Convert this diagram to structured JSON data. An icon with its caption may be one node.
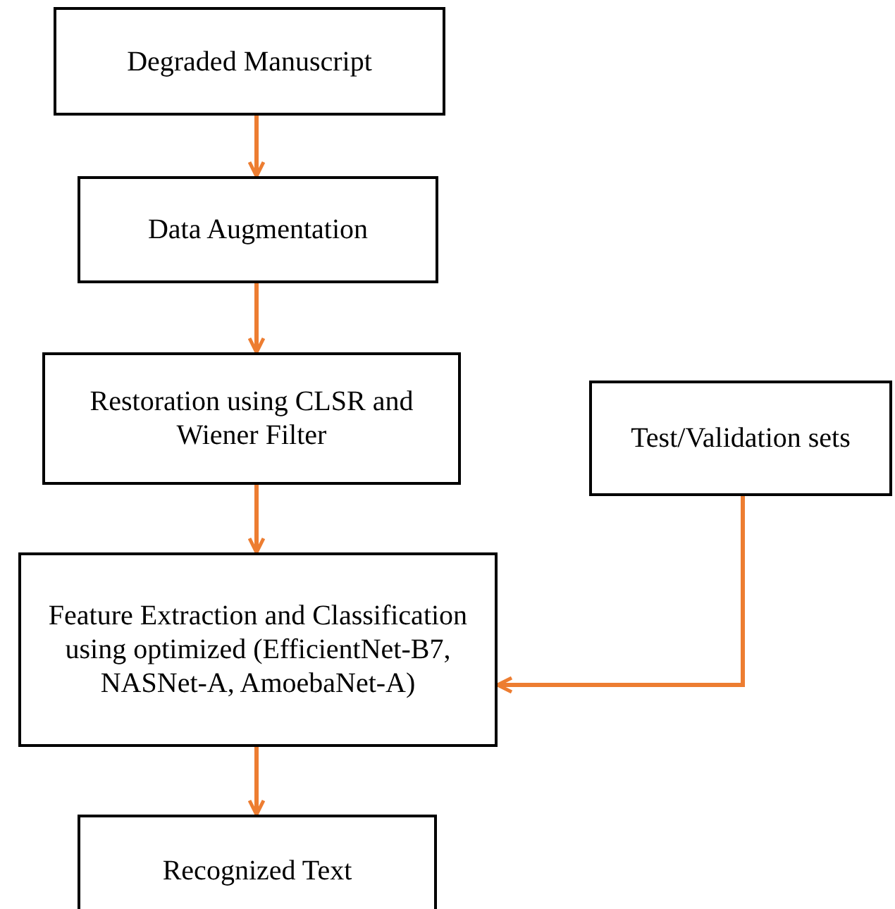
{
  "diagram": {
    "nodes": [
      {
        "text": [
          "Degraded Manuscript"
        ]
      },
      {
        "text": [
          "Data Augmentation"
        ]
      },
      {
        "text": [
          "Restoration using CLSR and Wiener Filter"
        ]
      },
      {
        "text": [
          "Test/Validation sets"
        ]
      },
      {
        "text": [
          "Feature Extraction and Classification using optimized (EfficientNet-B7, NASNet-A, AmoebaNet-A)"
        ]
      },
      {
        "text": [
          "Recognized Text"
        ]
      }
    ],
    "edges": [
      {
        "from": 0,
        "to": 1,
        "arrow": "to"
      },
      {
        "from": 1,
        "to": 2,
        "arrow": "to"
      },
      {
        "from": 2,
        "to": 4,
        "arrow": "to"
      },
      {
        "from": 3,
        "to": 4,
        "arrow": "to"
      },
      {
        "from": 4,
        "to": 5,
        "arrow": "to"
      }
    ]
  }
}
